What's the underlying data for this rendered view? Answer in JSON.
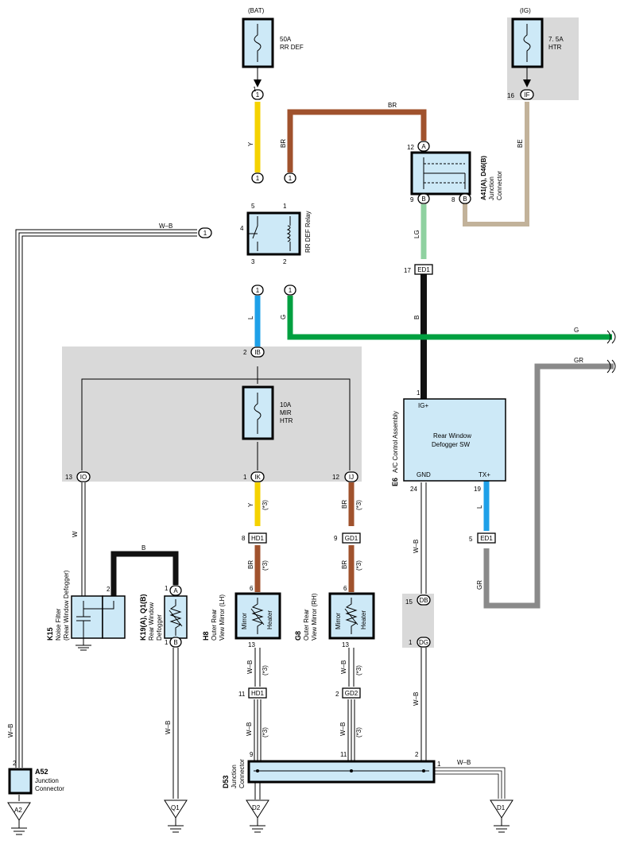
{
  "colors": {
    "Y": "#f5d200",
    "BR": "#a0522d",
    "BE": "#c2b29a",
    "LG": "#8fd1a0",
    "B": "#111111",
    "G": "#00a040",
    "L": "#1ea0e8",
    "GR": "#8a8a8a",
    "W": "#ffffff",
    "component_fill": "#cde9f7",
    "shade": "#d9d9d9"
  },
  "fuses": {
    "rr_def": {
      "source": "(BAT)",
      "rating": "50A",
      "name": "RR DEF"
    },
    "htr": {
      "source": "(IG)",
      "rating": "7. 5A",
      "name": "HTR"
    },
    "mir_htr": {
      "rating": "10A",
      "name1": "MIR",
      "name2": "HTR"
    }
  },
  "wires": {
    "y1": "Y",
    "br_top": "BR",
    "br_left": "BR",
    "be": "BE",
    "lg": "LG",
    "wb_relay": "W–B",
    "b_ed1": "B",
    "g": "G",
    "g_right": "G",
    "l": "L",
    "gr": "GR",
    "gr_low": "GR",
    "w": "W",
    "b_top": "B",
    "y_ik": "Y",
    "br_ij": "BR",
    "br_hd1": "BR",
    "br_gd1": "BR",
    "wb_ac": "W–B",
    "wb_ac2": "W–B",
    "l_tx": "L",
    "wb_k19": "W–B",
    "wb_a52": "W–B",
    "wb_h8_13": "W–B",
    "wb_g8_13": "W–B",
    "wb_hd1": "W–B",
    "wb_gd2": "W–B",
    "wb_d1": "W–B"
  },
  "star": "(*3)",
  "connectors": {
    "c1a": "1",
    "c1b": "1",
    "c1c": "1",
    "c1d": "1",
    "c1e": "1",
    "c1f": "1",
    "wb1": "1",
    "if": "IF",
    "a": "A",
    "b1": "B",
    "b2": "B",
    "ed1a": "ED1",
    "ib": "IB",
    "io": "IO",
    "ik": "IK",
    "ij": "IJ",
    "hd1a": "HD1",
    "gd1": "GD1",
    "ed1b": "ED1",
    "k19a": "A",
    "k19b": "B",
    "hd1b": "HD1",
    "gd2": "GD2",
    "db": "DB",
    "dg": "DG"
  },
  "pins": {
    "p1": "1",
    "p16": "16",
    "p12": "12",
    "p9": "9",
    "p8": "8",
    "r5": "5",
    "r1": "1",
    "r4": "4",
    "r3": "3",
    "r2": "2",
    "p17": "17",
    "p2ib": "2",
    "p13": "13",
    "p1ik": "1",
    "p12ij": "12",
    "p8hd": "8",
    "p9gd": "9",
    "p6a": "6",
    "p6b": "6",
    "p13a": "13",
    "p13b": "13",
    "p11hd": "11",
    "p2gd": "2",
    "ac1": "1",
    "ac24": "24",
    "ac19": "19",
    "p5ed": "5",
    "p15": "15",
    "p1dg": "1",
    "k15p2": "2",
    "k19p1": "1",
    "k19p1b": "1",
    "a52p2": "2",
    "d53p9": "9",
    "d53p11": "11",
    "d53p2": "2",
    "d53p1": "1"
  },
  "relay": {
    "name": "RR DEF Relay"
  },
  "junction_a41": {
    "line1": "A41(A), D46(B)",
    "line2": "Junction",
    "line3": "Connector"
  },
  "ac": {
    "ig": "IG+",
    "title1": "Rear Window",
    "title2": "Defogger SW",
    "gnd": "GND",
    "tx": "TX+",
    "code": "E6",
    "name": "A/C Control Assembly"
  },
  "k15": {
    "code": "K15",
    "name1": "Noise Filter",
    "name2": "(Rear Window Defogger)"
  },
  "k19": {
    "code": "K19(A), Q1(B)",
    "name1": "Rear Window",
    "name2": "Defogger"
  },
  "h8": {
    "code": "H8",
    "name1": "Outer Rear",
    "name2": "View Mirror (LH)",
    "inner1": "Mirror",
    "inner2": "Heater"
  },
  "g8": {
    "code": "G8",
    "name1": "Outer Rear",
    "name2": "View Mirror (RH)",
    "inner1": "Mirror",
    "inner2": "Heater"
  },
  "a52": {
    "code": "A52",
    "name1": "Junction",
    "name2": "Connector"
  },
  "d53": {
    "code": "D53",
    "name1": "Junction",
    "name2": "Connector"
  },
  "grounds": {
    "a2": "A2",
    "q1": "Q1",
    "d2": "D2",
    "d1": "D1"
  }
}
